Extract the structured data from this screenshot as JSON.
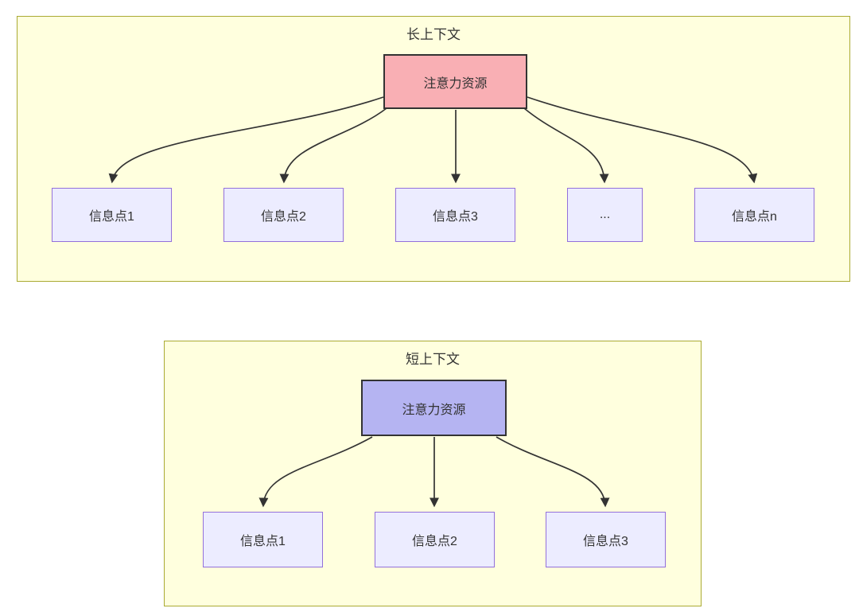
{
  "diagram": {
    "clusters": [
      {
        "title": "长上下文",
        "root": {
          "label": "注意力资源"
        },
        "children": [
          {
            "label": "信息点1"
          },
          {
            "label": "信息点2"
          },
          {
            "label": "信息点3"
          },
          {
            "label": "..."
          },
          {
            "label": "信息点n"
          }
        ]
      },
      {
        "title": "短上下文",
        "root": {
          "label": "注意力资源"
        },
        "children": [
          {
            "label": "信息点1"
          },
          {
            "label": "信息点2"
          },
          {
            "label": "信息点3"
          }
        ]
      }
    ],
    "colors": {
      "cluster_fill": "#FFFFDE",
      "cluster_border": "#AAAA33",
      "node_fill": "#ECECFF",
      "node_border": "#9370DB",
      "root_fill_long": "#F9AFB4",
      "root_fill_short": "#B5B4F2",
      "root_border": "#333333",
      "edge": "#333333",
      "text": "#333333"
    }
  }
}
